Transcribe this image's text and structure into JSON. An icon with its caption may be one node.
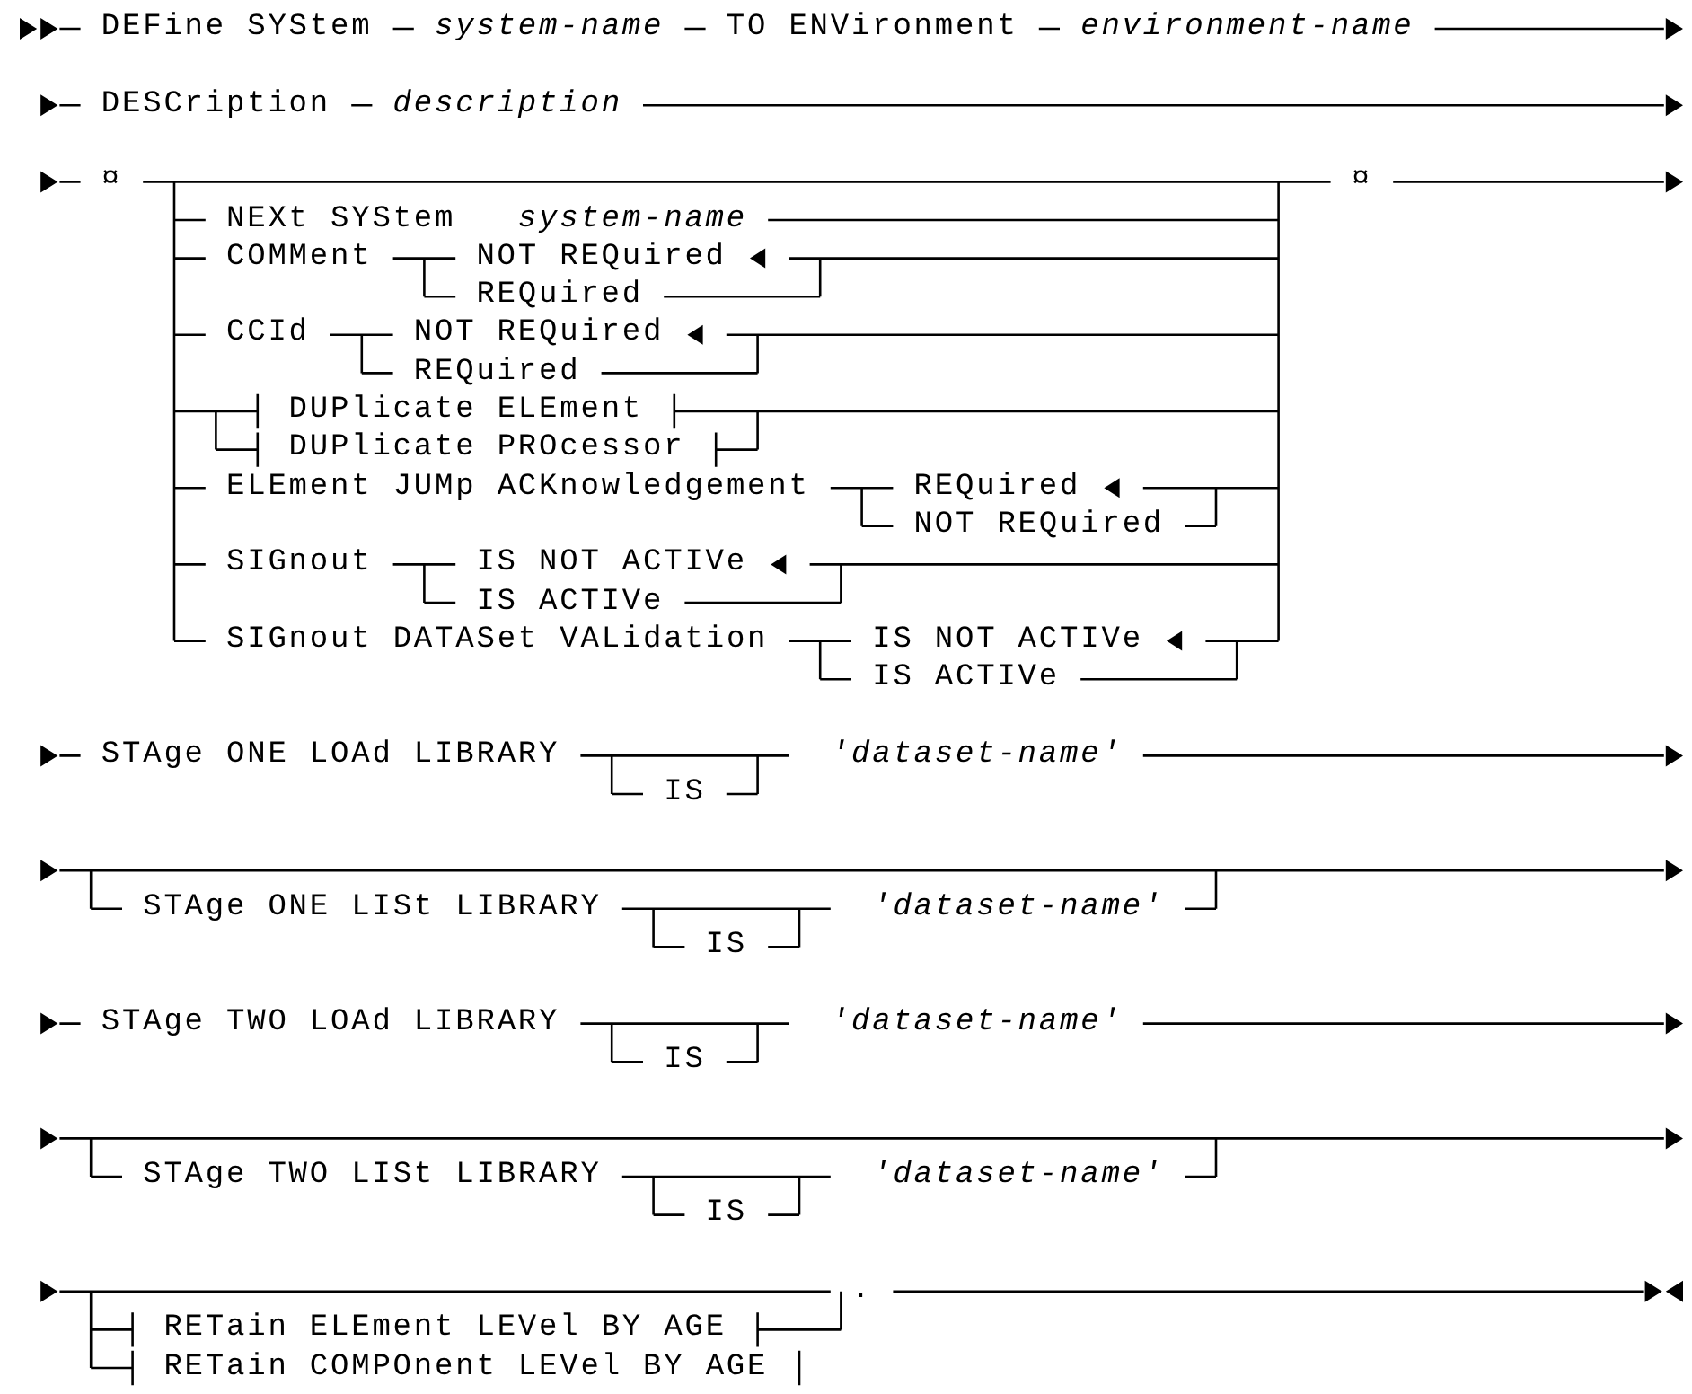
{
  "diagram": {
    "labels": [
      "DEFine SYStem",
      "system-name",
      "TO ENVironment",
      "environment-name",
      "DESCription",
      "description",
      "¤",
      "¤",
      "NEXt SYStem",
      "system-name",
      "COMMent",
      "NOT REQuired",
      "REQuired",
      "CCId",
      "NOT REQuired",
      "REQuired",
      "DUPlicate ELEment",
      "DUPlicate PROcessor",
      "ELEment JUMp ACKnowledgement",
      "REQuired",
      "NOT REQuired",
      "SIGnout",
      "IS NOT ACTIVe",
      "IS ACTIVe",
      "SIGnout DATASet VALidation",
      "IS NOT ACTIVe",
      "IS ACTIVe",
      "STAge ONE LOAd LIBRARY",
      "'dataset-name'",
      "IS",
      "STAge ONE LISt LIBRARY",
      "'dataset-name'",
      "IS",
      "STAge TWO LOAd LIBRARY",
      "'dataset-name'",
      "IS",
      "STAge TWO LISt LIBRARY",
      "'dataset-name'",
      "IS",
      ".",
      "RETain ELEment LEVel BY AGE",
      "RETain COMPOnent LEVel BY AGE"
    ]
  }
}
